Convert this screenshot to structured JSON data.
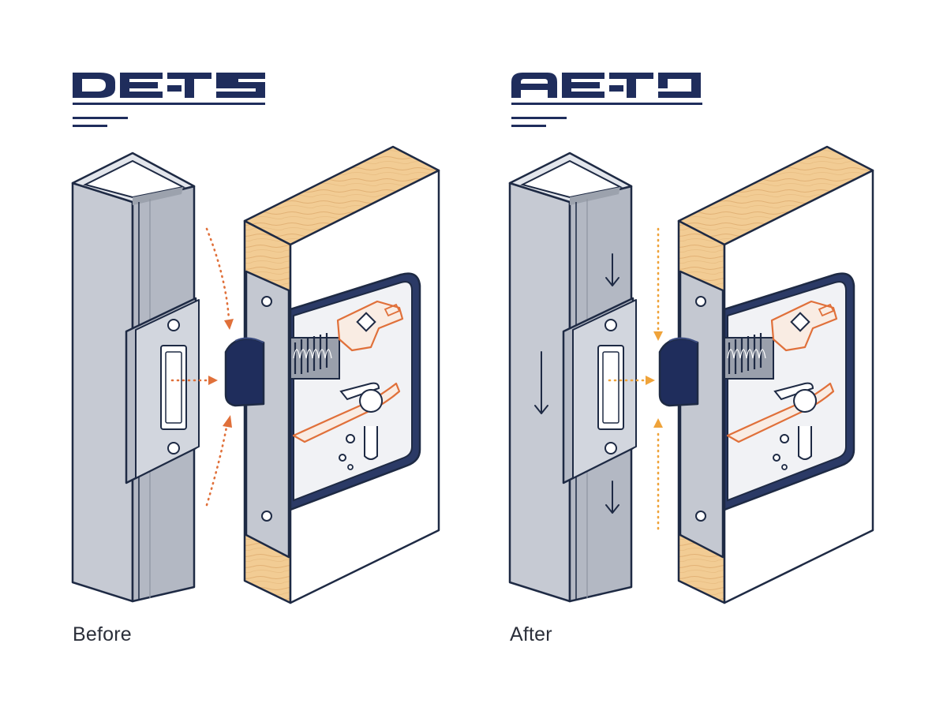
{
  "panels": [
    {
      "caption": "Before",
      "logo_icon": "stylized-wordmark-before"
    },
    {
      "caption": "After",
      "logo_icon": "stylized-wordmark-after"
    }
  ],
  "colors": {
    "navy": "#1f2d5c",
    "steel": "#c6cad3",
    "steel_dark": "#a9aeb9",
    "steel_light": "#dfe2e8",
    "wood": "#f2cc94",
    "accent_orange": "#e0703a",
    "accent_amber": "#efa33a",
    "outline": "#1e2a44"
  }
}
